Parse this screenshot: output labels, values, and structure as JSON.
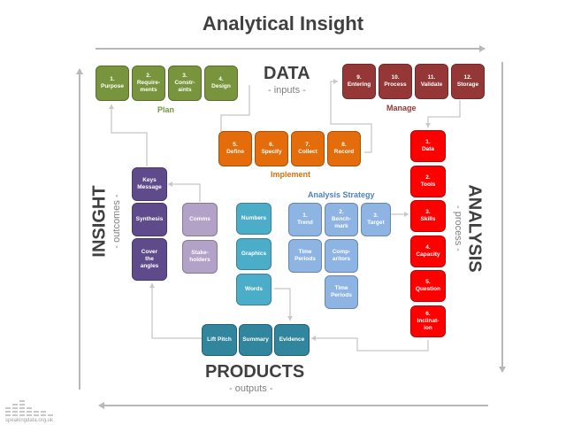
{
  "title": "Analytical Insight",
  "data_section": {
    "title": "DATA",
    "subtitle": "- inputs -"
  },
  "analysis_section": {
    "title": "ANALYSIS",
    "subtitle": "- process -"
  },
  "products_section": {
    "title": "PRODUCTS",
    "subtitle": "- outputs -"
  },
  "insight_section": {
    "title": "INSIGHT",
    "subtitle": "- outcomes -"
  },
  "groups": {
    "plan": {
      "label": "Plan",
      "color": "#78943c"
    },
    "manage": {
      "label": "Manage",
      "color": "#953737"
    },
    "implement": {
      "label": "Implement",
      "color": "#e46c0a"
    },
    "analysis_strategy": {
      "label": "Analysis Strategy",
      "color": "#4f81bd"
    }
  },
  "plan_steps": [
    "1.\nPurpose",
    "2.\nRequire-\nments",
    "3.\nConstr-\naints",
    "4.\nDesign"
  ],
  "manage_steps": [
    "9.\nEntering",
    "10.\nProcess",
    "11.\nValidate",
    "12.\nStorage"
  ],
  "implement_steps": [
    "5.\nDefine",
    "6.\nSpecify",
    "7.\nCollect",
    "8.\nRecord"
  ],
  "analysis_steps": [
    "1.\nData",
    "2.\nTools",
    "3.\nSkills",
    "4.\nCapacity",
    "5.\nQuestion",
    "6.\nInclinat-\nion"
  ],
  "strategy": {
    "trend": "1.\nTrend",
    "benchmark": "2.\nBench-\nmark",
    "target": "3.\nTarget",
    "time_periods_1": "Time\nPeriods",
    "comparitors": "Comp-\naritors",
    "time_periods_2": "Time\nPeriods"
  },
  "outputs": {
    "numbers": "Numbers",
    "graphics": "Graphics",
    "words": "Words"
  },
  "products": [
    "Lift Pitch",
    "Summary",
    "Evidence"
  ],
  "insight": {
    "keys_message": "Keys\nMessage",
    "synthesis": "Synthesis",
    "cover_angles": "Cover\nthe\nangles"
  },
  "comms": {
    "comms": "Comms",
    "stakeholders": "Stake-\nholders"
  },
  "footer": {
    "website": "speakingdata.org.uk"
  }
}
